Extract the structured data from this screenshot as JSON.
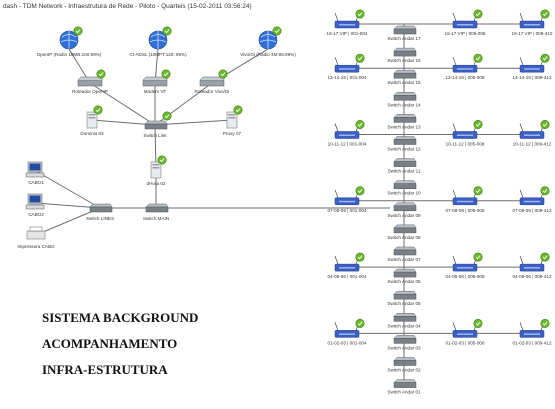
{
  "window": {
    "title": "dash - TDM Network - Infraestrutura de Rede - Piloto - Quarteis (15-02-2011 03:56:24)"
  },
  "caption": {
    "line1": "SISTEMA BACKGROUND",
    "line2": "ACOMPANHAMENTO",
    "line3": "INFRA-ESTRUTURA"
  },
  "left_map": {
    "clouds": [
      {
        "id": "cloud-1",
        "label": "OpenIP (Radio 10MB:100.99%)"
      },
      {
        "id": "cloud-2",
        "label": "CI-ADSL (10MPT:120: 95%)"
      },
      {
        "id": "cloud-3",
        "label": "Vivo/Oi (Radio 4M:98.99%)"
      }
    ],
    "routers": [
      {
        "id": "router-1",
        "label": "Roteador OpenIP"
      },
      {
        "id": "router-2",
        "label": "Modem VF"
      },
      {
        "id": "router-3",
        "label": "Roteador Vivo/Oi"
      }
    ],
    "servers": [
      {
        "id": "srv-1",
        "label": "Dominio 03"
      },
      {
        "id": "srv-2",
        "label": "Proxy 07"
      },
      {
        "id": "srv-3",
        "label": "dHora 02"
      }
    ],
    "switches": [
      {
        "id": "sw-link",
        "label": "Switch Link"
      },
      {
        "id": "sw-lines",
        "label": "Switch LINES"
      },
      {
        "id": "sw-main",
        "label": "Switch MAIN"
      }
    ],
    "hosts": [
      {
        "id": "host-1",
        "label": "CABO1"
      },
      {
        "id": "host-2",
        "label": "CABO2"
      },
      {
        "id": "host-3",
        "label": "Impressora CABO"
      }
    ]
  },
  "right_map": {
    "floors": [
      {
        "switch": "Switch Andar 17",
        "left": "16-17 VIP | 001-004",
        "mid": "16-17 VIP | 005-008",
        "right": "16-17 VIP | 009-410"
      },
      {
        "switch": "Switch Andar 16",
        "left": "",
        "mid": "",
        "right": ""
      },
      {
        "switch": "Switch Andar 15",
        "left": "13-14-15 | 001-004",
        "mid": "13-14-15 | 005-008",
        "right": "13-14-15 | 009-412"
      },
      {
        "switch": "Switch Andar 14",
        "left": "",
        "mid": "",
        "right": ""
      },
      {
        "switch": "Switch Andar 13",
        "left": "",
        "mid": "",
        "right": ""
      },
      {
        "switch": "Switch Andar 12",
        "left": "10-11-12 | 001-004",
        "mid": "10-11-12 | 005-008",
        "right": "10-11-12 | 009-412"
      },
      {
        "switch": "Switch Andar 11",
        "left": "",
        "mid": "",
        "right": ""
      },
      {
        "switch": "Switch Andar 10",
        "left": "",
        "mid": "",
        "right": ""
      },
      {
        "switch": "Switch Andar 09",
        "left": "07-08-09 | 001-004",
        "mid": "07-08-09 | 005-008",
        "right": "07-08-09 | 009-412"
      },
      {
        "switch": "Switch Andar 08",
        "left": "",
        "mid": "",
        "right": ""
      },
      {
        "switch": "Switch Andar 07",
        "left": "",
        "mid": "",
        "right": ""
      },
      {
        "switch": "Switch Andar 06",
        "left": "04-05-06 | 001-004",
        "mid": "04-05-06 | 005-008",
        "right": "04-05-06 | 009-412"
      },
      {
        "switch": "Switch Andar 05",
        "left": "",
        "mid": "",
        "right": ""
      },
      {
        "switch": "Switch Andar 04",
        "left": "",
        "mid": "",
        "right": ""
      },
      {
        "switch": "Switch Andar 03",
        "left": "01-02-03 | 001-004",
        "mid": "01-02-03 | 005-008",
        "right": "01-02-03 | 009-412"
      },
      {
        "switch": "Switch Andar 02",
        "left": "",
        "mid": "",
        "right": ""
      },
      {
        "switch": "Switch Andar 01",
        "left": "",
        "mid": "",
        "right": ""
      }
    ]
  },
  "colors": {
    "status_ok": "#6ab82b",
    "cloud": "#2f6fd6",
    "wireless": "#3b5fc4",
    "switch_body": "#7a8088",
    "link": "#6e6e6e"
  }
}
